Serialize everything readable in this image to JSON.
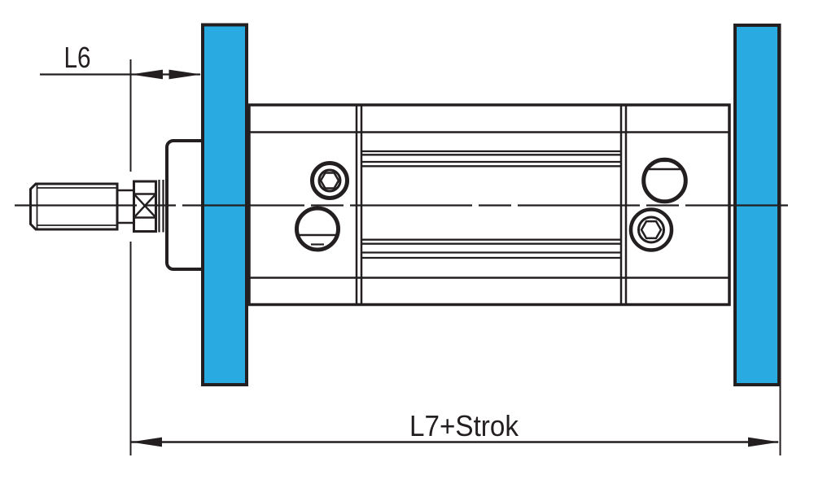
{
  "drawing": {
    "kind": "flange-mounted-cylinder-technical-drawing",
    "labels": {
      "dim_l6": "L6",
      "dim_l7_stroke": "L7+Strok"
    },
    "colors": {
      "flange": "#29abe2",
      "line": "#231f20",
      "background": "#ffffff"
    }
  }
}
